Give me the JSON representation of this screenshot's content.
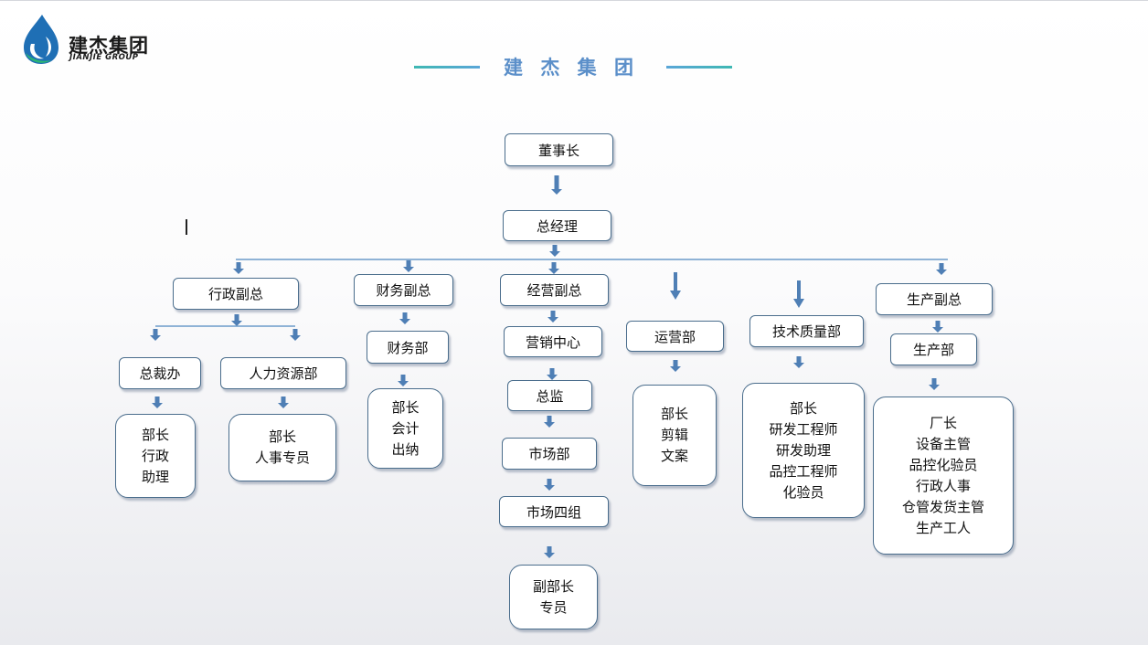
{
  "header": {
    "logo_cn": "建杰集团",
    "logo_en": "JIANJIE GROUP",
    "title": "建 杰 集 团"
  },
  "org": {
    "chairman": "董事长",
    "general_manager": "总经理",
    "branches": {
      "admin": {
        "vp": "行政副总",
        "president_office": "总裁办",
        "president_office_staff": [
          "部长",
          "行政",
          "助理"
        ],
        "hr": "人力资源部",
        "hr_staff": [
          "部长",
          "人事专员"
        ]
      },
      "finance": {
        "vp": "财务副总",
        "dept": "财务部",
        "staff": [
          "部长",
          "会计",
          "出纳"
        ]
      },
      "business": {
        "vp": "经营副总",
        "marketing_center": "营销中心",
        "director": "总监",
        "market_dept": "市场部",
        "market_group4": "市场四组",
        "staff": [
          "副部长",
          "专员"
        ]
      },
      "operations": {
        "dept": "运营部",
        "staff": [
          "部长",
          "剪辑",
          "文案"
        ]
      },
      "tech_quality": {
        "dept": "技术质量部",
        "staff": [
          "部长",
          "研发工程师",
          "研发助理",
          "品控工程师",
          "化验员"
        ]
      },
      "production": {
        "vp": "生产副总",
        "dept": "生产部",
        "staff": [
          "厂长",
          "设备主管",
          "品控化验员",
          "行政人事",
          "仓管发货主管",
          "生产工人"
        ]
      }
    }
  },
  "colors": {
    "title": "#5b8fc9",
    "border": "#4a6d8c",
    "arrow": "#4f7fb5",
    "line": "#8fb3d6"
  }
}
